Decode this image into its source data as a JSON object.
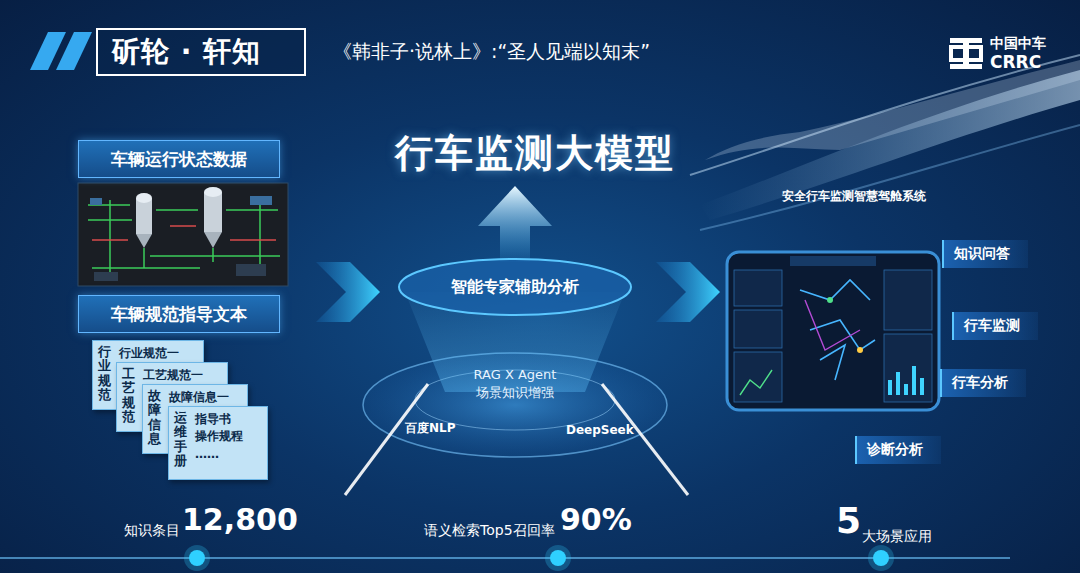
{
  "diagram": {
    "title": "行车监测大模型",
    "nodes": [
      {
        "text": [
          "斫轮 · 轩知"
        ]
      },
      {
        "text": [
          "车辆运行状态数据"
        ]
      },
      {
        "text": [
          "车辆规范指导文本"
        ]
      },
      {
        "text": [
          "行业规范",
          "行业规范一"
        ]
      },
      {
        "text": [
          "工艺规范",
          "工艺规范一"
        ]
      },
      {
        "text": [
          "故障信息",
          "故障信息一"
        ]
      },
      {
        "text": [
          "运维手册",
          "指导书",
          "操作规程",
          "……"
        ]
      },
      {
        "text": [
          "智能专家辅助分析"
        ]
      },
      {
        "text": [
          "RAG X Agent 场景知识增强"
        ]
      },
      {
        "text": [
          "知识问答"
        ]
      },
      {
        "text": [
          "行车监测"
        ]
      },
      {
        "text": [
          "行车分析"
        ]
      },
      {
        "text": [
          "诊断分析"
        ]
      }
    ],
    "labels": [
      "《韩非子·说林上》:“圣人见端以知末”",
      "中国中车",
      "CRRC",
      "百度NLP",
      "DeepSeek",
      "安全行车监测智慧驾舱系统",
      "知识条目",
      "12,800",
      "语义检索Top5召回率",
      "90%",
      "5",
      "大场景应用"
    ]
  }
}
